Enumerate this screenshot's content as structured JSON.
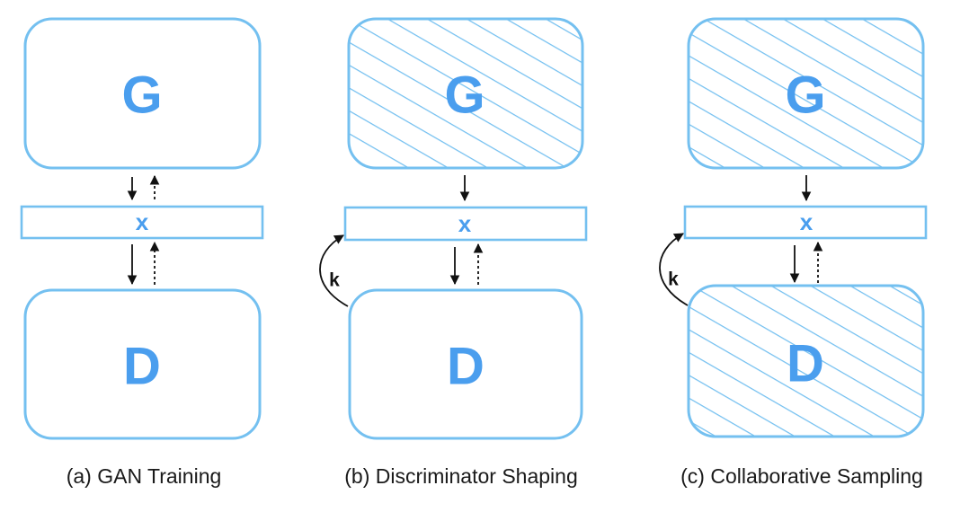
{
  "colors": {
    "box_stroke": "#74c0f0",
    "letter": "#4a9eee",
    "hatch": "#74c0f0",
    "arrow": "#111111",
    "text": "#1a1a1a"
  },
  "panels": [
    {
      "generator": {
        "label": "G",
        "hatched": false
      },
      "sample": {
        "label": "x"
      },
      "discriminator": {
        "label": "D",
        "hatched": false
      },
      "feedback": {
        "label": ""
      },
      "caption": "(a) GAN Training"
    },
    {
      "generator": {
        "label": "G",
        "hatched": true
      },
      "sample": {
        "label": "x"
      },
      "discriminator": {
        "label": "D",
        "hatched": false
      },
      "feedback": {
        "label": "k"
      },
      "caption": "(b) Discriminator Shaping"
    },
    {
      "generator": {
        "label": "G",
        "hatched": true
      },
      "sample": {
        "label": "x"
      },
      "discriminator": {
        "label": "D",
        "hatched": true
      },
      "feedback": {
        "label": "k"
      },
      "caption": "(c) Collaborative Sampling"
    }
  ]
}
